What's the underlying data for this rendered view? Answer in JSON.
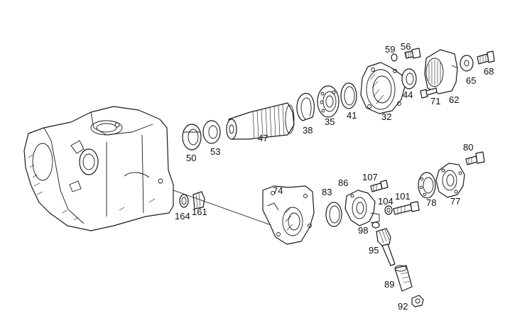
{
  "callouts": {
    "p50": "50",
    "p53": "53",
    "p47": "47",
    "p38": "38",
    "p35": "35",
    "p41": "41",
    "p32": "32",
    "p59": "59",
    "p56": "56",
    "p44": "44",
    "p71": "71",
    "p62": "62",
    "p65": "65",
    "p68": "68",
    "p164": "164",
    "p161": "161",
    "p74": "74",
    "p83": "83",
    "p86": "86",
    "p107": "107",
    "p98": "98",
    "p95": "95",
    "p89": "89",
    "p92": "92",
    "p104": "104",
    "p101": "101",
    "p78": "78",
    "p77": "77",
    "p80": "80"
  }
}
